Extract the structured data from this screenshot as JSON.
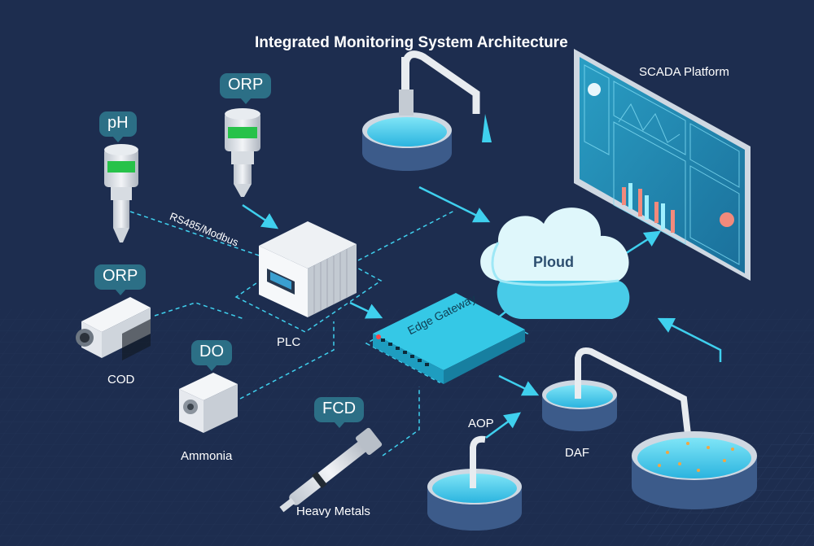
{
  "title": "Integrated Monitoring System Architecture",
  "sensors": {
    "ph": {
      "badge": "pH"
    },
    "orp_top": {
      "badge": "ORP"
    },
    "orp_cod": {
      "badge": "ORP",
      "label": "COD"
    },
    "do_ammonia": {
      "badge": "DO",
      "label": "Ammonia"
    },
    "fcd_heavy": {
      "badge": "FCD",
      "label": "Heavy Metals"
    }
  },
  "protocol_label": "RS485/Modbus",
  "plc": {
    "label": "PLC"
  },
  "gateway": {
    "label": "Edge Gateway"
  },
  "cloud": {
    "label": "Ploud"
  },
  "scada": {
    "label": "SCADA Platform"
  },
  "tanks": {
    "aop": "AOP",
    "daf": "DAF"
  },
  "colors": {
    "background": "#1d2d4f",
    "accent": "#3fd0ee",
    "badge": "#2c6f86",
    "sensor_green": "#27c24a"
  },
  "icons": [
    "ph-sensor-icon",
    "orp-sensor-icon",
    "cod-analyzer-icon",
    "ammonia-analyzer-icon",
    "heavy-metal-probe-icon",
    "plc-rack-icon",
    "gateway-icon",
    "cloud-icon",
    "scada-screen-icon",
    "tank-icon"
  ]
}
